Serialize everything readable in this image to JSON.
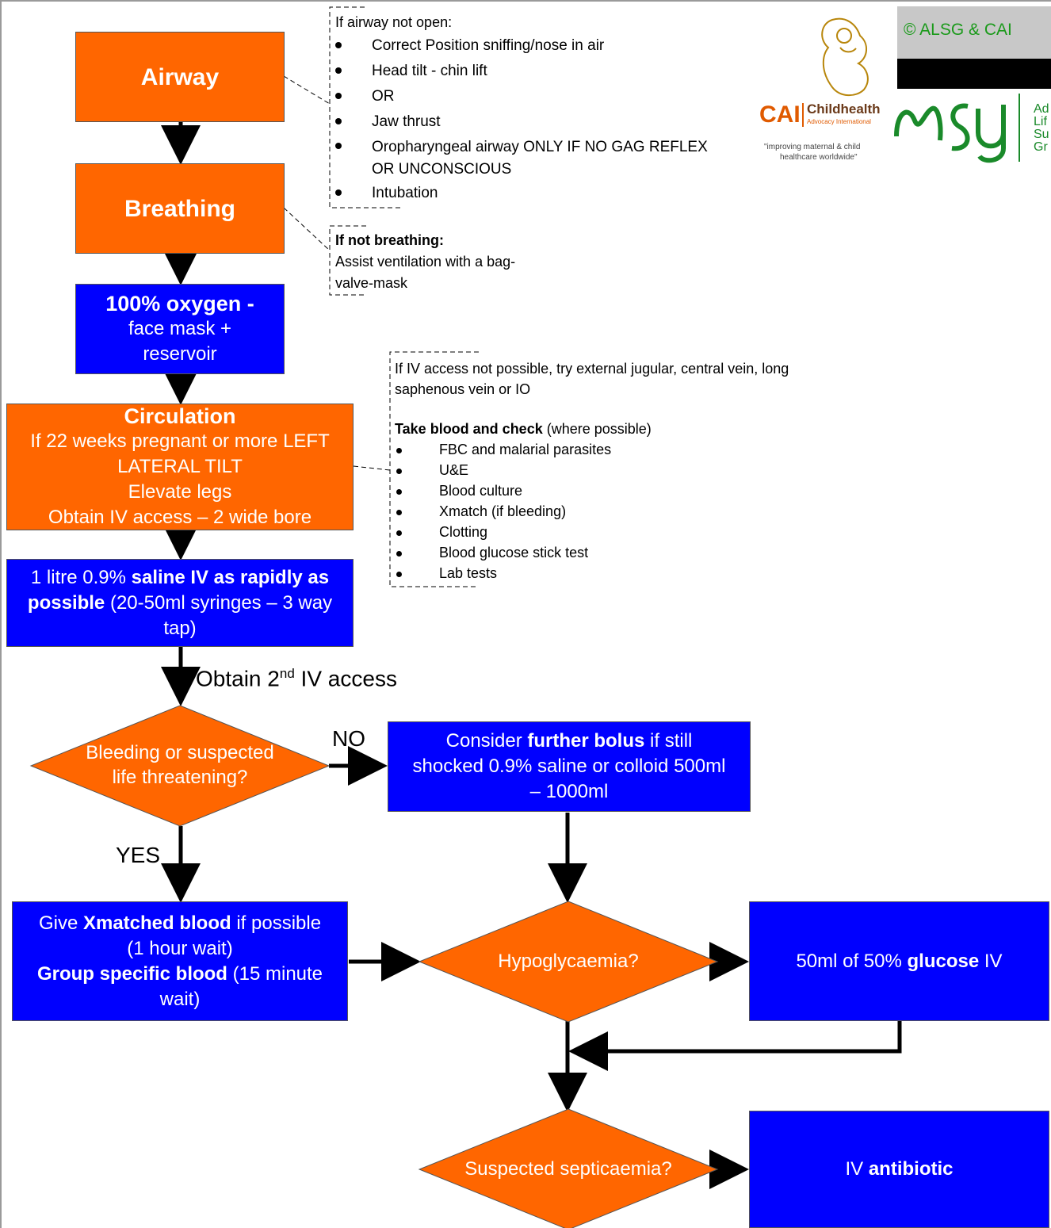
{
  "copyright": "© ALSG & CAI",
  "logos": {
    "cai_name": "CAI",
    "cai_childhealth": "Childhealth",
    "cai_sub": "Advocacy International",
    "cai_tagline_1": "\"improving maternal & child",
    "cai_tagline_2": "healthcare worldwide\"",
    "alsg_partial": [
      "Ad",
      "Lif",
      "Su",
      "Gr"
    ]
  },
  "airway": {
    "title": "Airway"
  },
  "breathing": {
    "title": "Breathing"
  },
  "oxygen": {
    "title": "100% oxygen -",
    "line1": "face mask +",
    "line2": "reservoir"
  },
  "circulation": {
    "title": "Circulation",
    "line1": "If 22 weeks pregnant or more LEFT",
    "line2": "LATERAL TILT",
    "line3": "Elevate legs",
    "line4": "Obtain IV access – 2 wide bore"
  },
  "saline": {
    "part1": "1 litre 0.9% ",
    "bold1": "saline IV as rapidly as",
    "bold2": "possible",
    "part2": " (20-50ml syringes – 3 way",
    "part3": "tap)"
  },
  "second_iv": {
    "pre": "Obtain 2",
    "sup": "nd",
    "post": " IV access"
  },
  "bleeding": {
    "line1": "Bleeding or suspected",
    "line2": "life threatening?"
  },
  "no_label": "NO",
  "yes_label": "YES",
  "bolus": {
    "pre": "Consider ",
    "bold": "further bolus",
    "post": " if still",
    "line2": "shocked 0.9% saline or colloid 500ml",
    "line3": "– 1000ml"
  },
  "xmatch": {
    "pre": "Give ",
    "bold1": "Xmatched blood",
    "post1": " if possible",
    "line2": "(1 hour wait)",
    "bold2": "Group specific blood",
    "post2": " (15 minute",
    "line4": "wait)"
  },
  "hypo": {
    "text": "Hypoglycaemia?"
  },
  "glucose": {
    "pre": "50ml of 50% ",
    "bold": "glucose",
    "post": " IV"
  },
  "septic": {
    "text": "Suspected septicaemia?"
  },
  "antibiotic": {
    "pre": "IV ",
    "bold": "antibiotic"
  },
  "airway_note": {
    "heading": "If airway not open:",
    "items": [
      "Correct Position sniffing/nose in air",
      "Head tilt - chin lift",
      "OR",
      "Jaw thrust",
      "Oropharyngeal airway ONLY IF NO GAG REFLEX",
      "Intubation"
    ],
    "item5_cont": "OR UNCONSCIOUS"
  },
  "breathing_note": {
    "heading": "If not breathing:",
    "line1": "Assist ventilation with a bag-",
    "line2": "valve-mask"
  },
  "iv_note": {
    "line1": "If IV access not possible, try external jugular, central vein, long",
    "line2": "saphenous vein or IO",
    "heading_bold": "Take blood and check",
    "heading_rest": " (where possible)",
    "items": [
      "FBC and malarial parasites",
      "U&E",
      "Blood culture",
      "Xmatch (if bleeding)",
      "Clotting",
      "Blood glucose stick test",
      "Lab tests"
    ]
  }
}
